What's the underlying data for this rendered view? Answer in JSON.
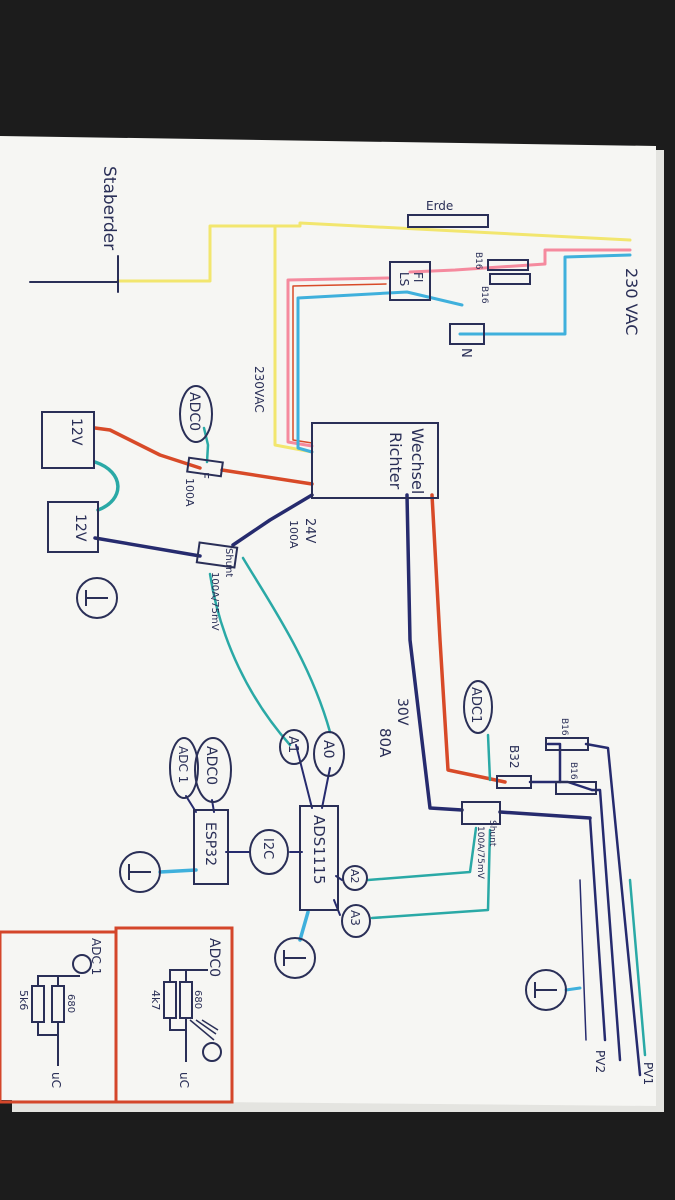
{
  "labels": {
    "mains": "230 VAC",
    "mains_small": "230VAC",
    "staberder": "Staberder",
    "erde": "Erde",
    "fi_line1": "FI",
    "fi_line2": "LS",
    "n": "N",
    "b16_a": "B16",
    "b16_b": "B16",
    "wechsel_line1": "Wechsel",
    "wechsel_line2": "Richter",
    "dc24_line1": "24V",
    "dc24_line2": "100A",
    "adc0": "ADC0",
    "adc1": "ADC1",
    "fuse_line1": "F",
    "fuse_line2": "100A",
    "battery_top": "12V",
    "battery_bottom": "12V",
    "shunt1_line1": "Shunt",
    "shunt1_line2": "100A/75mV",
    "a0": "A0",
    "a1": "A1",
    "a2": "A2",
    "a3": "A3",
    "ads": "ADS1115",
    "i2c": "I2C",
    "esp": "ESP32",
    "esp_adc0": "ADC0",
    "esp_adc1": "ADC 1",
    "pv_voltage": "30V",
    "pv_current": "80A",
    "b32": "B32",
    "b16_pv1": "B16",
    "b16_pv2": "B16",
    "shunt2_line1": "Shunt",
    "shunt2_line2": "100A/75mV",
    "pv1": "PV1",
    "pv2": "PV2",
    "div_adc0_title": "ADC0",
    "div_adc0_r1": "680",
    "div_adc0_r2": "4k7",
    "div_adc0_uc": "uC",
    "div_adc1_title": "ADC 1",
    "div_adc1_r1": "680",
    "div_adc1_r2": "5k6",
    "div_adc1_uc": "uC"
  },
  "colors": {
    "background": "#1c1c1c",
    "paper": "#f6f6f3",
    "ink": "#2a2f57",
    "dc_positive": "#d84a28",
    "dc_negative": "#262b6e",
    "signal": "#2aa9a6",
    "ac_earth": "#f2e66e",
    "ac_line": "#f58a9e",
    "ac_neutral": "#3fb0dc",
    "frame": "#d4462a"
  }
}
